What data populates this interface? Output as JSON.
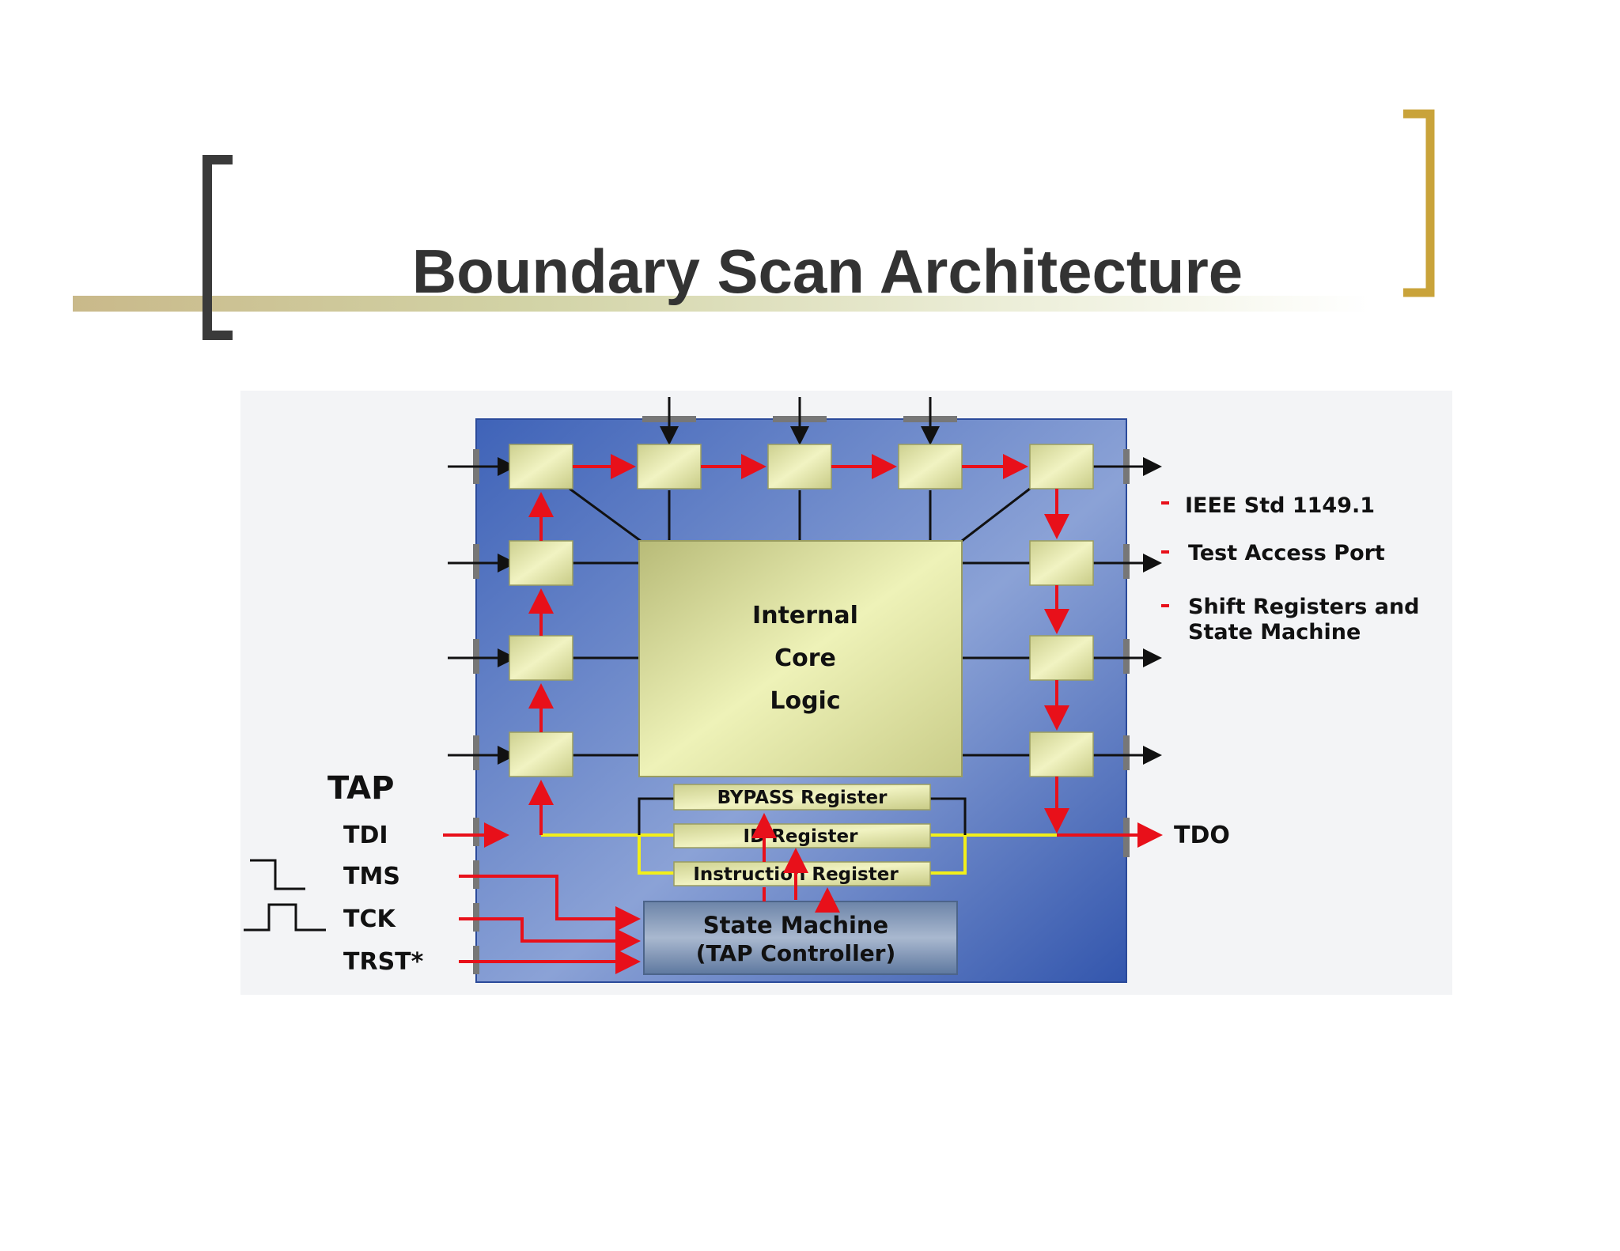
{
  "slide": {
    "title": "Boundary Scan Architecture",
    "colors": {
      "left_bracket": "#3a3a3a",
      "right_bracket": "#c9a33a",
      "title_text": "#333333",
      "chip_blue": "#4a6fc0",
      "cell_fill": "#e3e8a6",
      "scan_path": "#e8101a",
      "bypass_path": "#f2ef1a"
    }
  },
  "diagram": {
    "core_label": [
      "Internal",
      "Core",
      "Logic"
    ],
    "registers": {
      "bypass": "BYPASS Register",
      "id": "ID Register",
      "instruction": "Instruction Register"
    },
    "state_machine": [
      "State Machine",
      "(TAP Controller)"
    ],
    "tap": {
      "title": "TAP",
      "pins": [
        "TDI",
        "TMS",
        "TCK",
        "TRST*"
      ],
      "output": "TDO"
    },
    "bullets": [
      [
        "IEEE Std 1149.1"
      ],
      [
        "Test Access Port"
      ],
      [
        "Shift Registers and",
        "State Machine"
      ]
    ],
    "icons": [
      "arrow-icon",
      "tms-waveform-icon",
      "tck-waveform-icon"
    ]
  }
}
